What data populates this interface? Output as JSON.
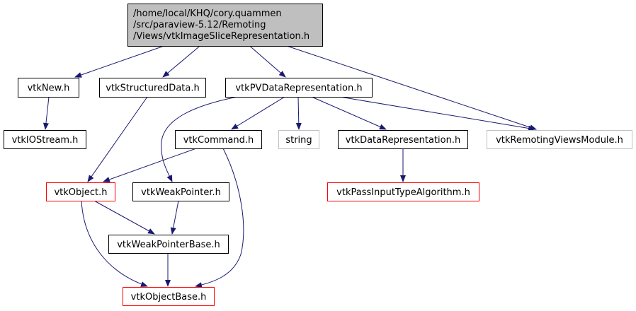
{
  "colors": {
    "edge": "#191970",
    "root_fill": "#bfbfbf",
    "normal_border": "#000000",
    "external_border": "#bfbfbf",
    "truncated_border": "#ff0000"
  },
  "nodes": [
    {
      "id": "root",
      "lines": [
        "/home/local/KHQ/cory.quammen",
        "/src/paraview-5.12/Remoting",
        "/Views/vtkImageSliceRepresentation.h"
      ],
      "style": "root"
    },
    {
      "id": "vtkNew",
      "label": "vtkNew.h",
      "style": "normal"
    },
    {
      "id": "vtkStructuredData",
      "label": "vtkStructuredData.h",
      "style": "normal"
    },
    {
      "id": "vtkPVDataRepresentation",
      "label": "vtkPVDataRepresentation.h",
      "style": "normal"
    },
    {
      "id": "vtkIOStream",
      "label": "vtkIOStream.h",
      "style": "normal"
    },
    {
      "id": "vtkCommand",
      "label": "vtkCommand.h",
      "style": "normal"
    },
    {
      "id": "string",
      "label": "string",
      "style": "external"
    },
    {
      "id": "vtkDataRepresentation",
      "label": "vtkDataRepresentation.h",
      "style": "normal"
    },
    {
      "id": "vtkRemotingViewsModule",
      "label": "vtkRemotingViewsModule.h",
      "style": "external"
    },
    {
      "id": "vtkObject",
      "label": "vtkObject.h",
      "style": "truncated"
    },
    {
      "id": "vtkWeakPointer",
      "label": "vtkWeakPointer.h",
      "style": "normal"
    },
    {
      "id": "vtkPassInputTypeAlgorithm",
      "label": "vtkPassInputTypeAlgorithm.h",
      "style": "truncated"
    },
    {
      "id": "vtkWeakPointerBase",
      "label": "vtkWeakPointerBase.h",
      "style": "normal"
    },
    {
      "id": "vtkObjectBase",
      "label": "vtkObjectBase.h",
      "style": "truncated"
    }
  ],
  "edges": [
    {
      "from": "root",
      "to": "vtkNew"
    },
    {
      "from": "root",
      "to": "vtkStructuredData"
    },
    {
      "from": "root",
      "to": "vtkPVDataRepresentation"
    },
    {
      "from": "root",
      "to": "vtkRemotingViewsModule"
    },
    {
      "from": "vtkNew",
      "to": "vtkIOStream"
    },
    {
      "from": "vtkStructuredData",
      "to": "vtkObject"
    },
    {
      "from": "vtkPVDataRepresentation",
      "to": "vtkCommand"
    },
    {
      "from": "vtkPVDataRepresentation",
      "to": "string"
    },
    {
      "from": "vtkPVDataRepresentation",
      "to": "vtkDataRepresentation"
    },
    {
      "from": "vtkPVDataRepresentation",
      "to": "vtkRemotingViewsModule"
    },
    {
      "from": "vtkPVDataRepresentation",
      "to": "vtkWeakPointer"
    },
    {
      "from": "vtkCommand",
      "to": "vtkObject"
    },
    {
      "from": "vtkCommand",
      "to": "vtkObjectBase"
    },
    {
      "from": "vtkDataRepresentation",
      "to": "vtkPassInputTypeAlgorithm"
    },
    {
      "from": "vtkObject",
      "to": "vtkWeakPointerBase"
    },
    {
      "from": "vtkObject",
      "to": "vtkObjectBase"
    },
    {
      "from": "vtkWeakPointer",
      "to": "vtkWeakPointerBase"
    },
    {
      "from": "vtkWeakPointerBase",
      "to": "vtkObjectBase"
    }
  ]
}
